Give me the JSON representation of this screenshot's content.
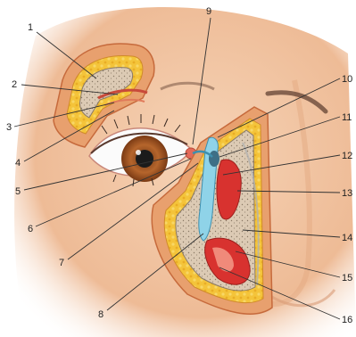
{
  "labels": [
    "1",
    "2",
    "3",
    "4",
    "5",
    "6",
    "7",
    "8",
    "9",
    "10",
    "11",
    "12",
    "13",
    "14",
    "15",
    "16"
  ],
  "colors": {
    "skin": "#f2c9a6",
    "skin_shadow": "#e3a982",
    "bone": "#dccab4",
    "fat": "#f4c43a",
    "mucosa": "#d8322f",
    "duct": "#8fd3e8",
    "iris": "#b5652c",
    "pupil": "#1b1b1b",
    "sclera": "#fbfbfb"
  }
}
